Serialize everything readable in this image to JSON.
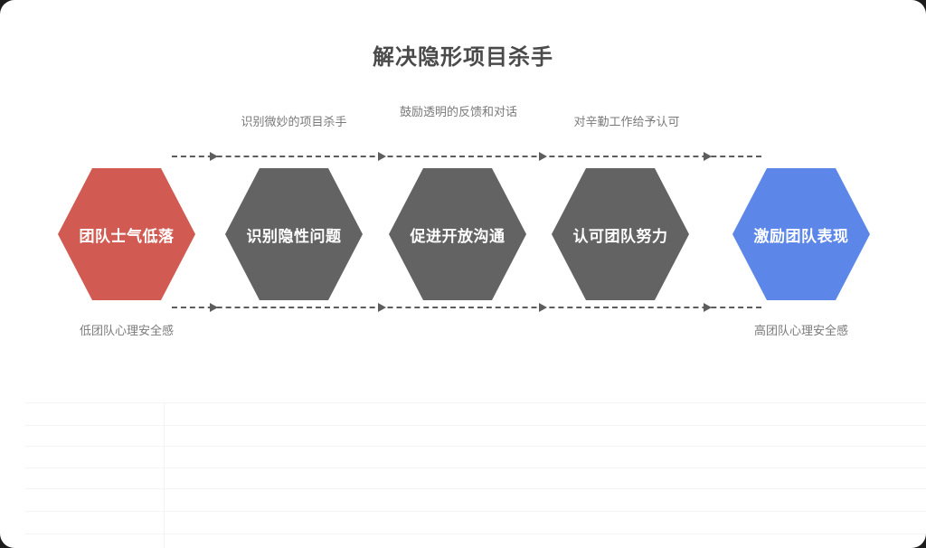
{
  "page": {
    "background": "#ffffff",
    "title": "解决隐形项目杀手"
  },
  "colors": {
    "start": "#d15a52",
    "middle": "#636363",
    "end": "#5c87e8",
    "connector": "#5d5d5d",
    "label_text": "#7a7a7a",
    "title_text": "#4a4a4a",
    "grid_line": "#f4f4f5",
    "grid_divider": "#fcf0f0"
  },
  "diagram": {
    "type": "process-flow",
    "steps": [
      {
        "label": "团队士气低落",
        "color": "#d15a52",
        "role": "start"
      },
      {
        "label": "识别隐性问题",
        "color": "#636363",
        "role": "middle"
      },
      {
        "label": "促进开放沟通",
        "color": "#636363",
        "role": "middle"
      },
      {
        "label": "认可团队努力",
        "color": "#636363",
        "role": "middle"
      },
      {
        "label": "激励团队表现",
        "color": "#5c87e8",
        "role": "end"
      }
    ],
    "transitions": [
      {
        "label": "识别微妙的项目杀手"
      },
      {
        "label": "鼓励透明的反馈和对话"
      },
      {
        "label": "对辛勤工作给予认可"
      }
    ],
    "endpoints": {
      "left": "低团队心理安全感",
      "right": "高团队心理安全感"
    }
  },
  "table": {
    "rows": 7,
    "divider_columns": 1
  }
}
